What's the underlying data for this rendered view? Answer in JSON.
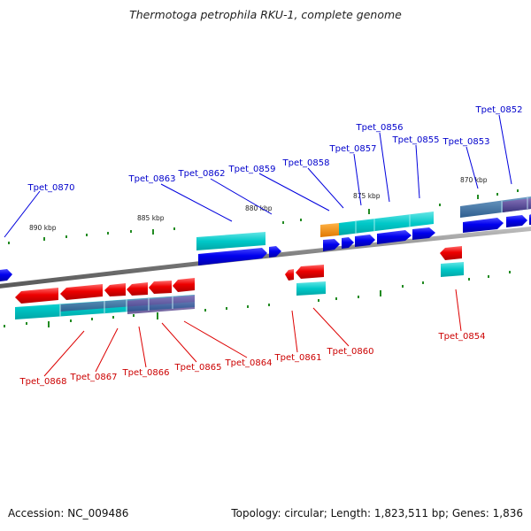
{
  "title": "Thermotoga petrophila RKU-1, complete genome",
  "footer": {
    "accession": "Accession: NC_009486",
    "topology": "Topology: circular; Length: 1,823,511 bp; Genes: 1,836"
  },
  "scale_labels": [
    "890 kbp",
    "885 kbp",
    "880 kbp",
    "875 kbp",
    "870 kbp"
  ],
  "forward_genes": [
    {
      "label": "Tpet_0870",
      "color": "#0000cc"
    },
    {
      "label": "Tpet_0863",
      "color": "#0000cc"
    },
    {
      "label": "Tpet_0862",
      "color": "#0000cc"
    },
    {
      "label": "Tpet_0859",
      "color": "#0000cc"
    },
    {
      "label": "Tpet_0858",
      "color": "#0000cc"
    },
    {
      "label": "Tpet_0857",
      "color": "#0000cc"
    },
    {
      "label": "Tpet_0856",
      "color": "#0000cc"
    },
    {
      "label": "Tpet_0855",
      "color": "#0000cc"
    },
    {
      "label": "Tpet_0853",
      "color": "#0000cc"
    },
    {
      "label": "Tpet_0852",
      "color": "#0000cc"
    }
  ],
  "reverse_genes": [
    {
      "label": "Tpet_0868",
      "color": "#cc0000"
    },
    {
      "label": "Tpet_0867",
      "color": "#cc0000"
    },
    {
      "label": "Tpet_0866",
      "color": "#cc0000"
    },
    {
      "label": "Tpet_0865",
      "color": "#cc0000"
    },
    {
      "label": "Tpet_0864",
      "color": "#cc0000"
    },
    {
      "label": "Tpet_0861",
      "color": "#cc0000"
    },
    {
      "label": "Tpet_0860",
      "color": "#cc0000"
    },
    {
      "label": "Tpet_0854",
      "color": "#cc0000"
    }
  ],
  "colors": {
    "forward_gene": "#0000ff",
    "reverse_gene": "#ff0000",
    "cds": "#00cccc",
    "orf": "#4a7fb0",
    "rna": "#ff9900",
    "backbone": "#808080",
    "ticks": "#228b22"
  }
}
